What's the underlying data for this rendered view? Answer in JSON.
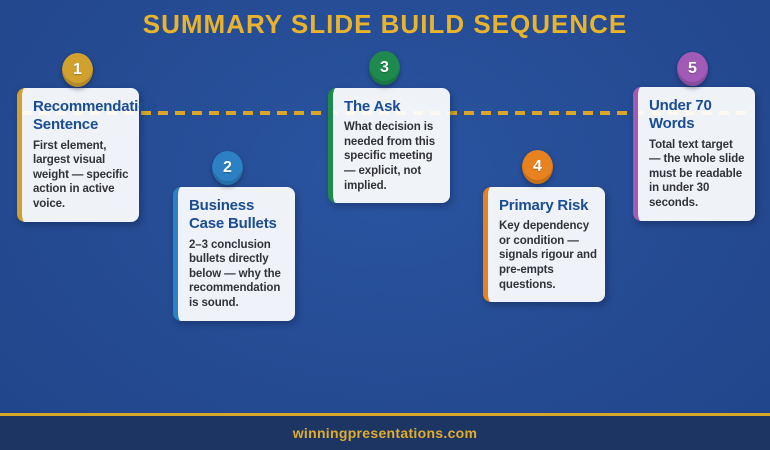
{
  "slide": {
    "title": "SUMMARY SLIDE BUILD SEQUENCE",
    "footer": {
      "website": "winningpresentations.com"
    }
  },
  "steps": [
    {
      "number": "1",
      "title": "Recommendation Sentence",
      "description": "First element, largest visual weight — specific action in active voice.",
      "color": "#d1a12f"
    },
    {
      "number": "2",
      "title": "Business Case Bullets",
      "description": "2–3 conclusion bullets directly below — why the recommendation is sound.",
      "color": "#2d80c4"
    },
    {
      "number": "3",
      "title": "The Ask",
      "description": "What decision is needed from this specific meeting — explicit, not implied.",
      "color": "#1e8a4d"
    },
    {
      "number": "4",
      "title": "Primary Risk",
      "description": "Key dependency or condition — signals rigour and pre-empts questions.",
      "color": "#e8821f"
    },
    {
      "number": "5",
      "title": "Under 70 Words",
      "description": "Total text target — the whole slide must be readable in under 30 seconds.",
      "color": "#a15ab5"
    }
  ],
  "theme": {
    "background": "#254b93",
    "footer_background": "#1d3562",
    "accent_gold": "#d9a62a",
    "title_gold": "#e9b42b",
    "card_heading_blue": "#1b4d92",
    "card_body_text": "#32323b"
  }
}
